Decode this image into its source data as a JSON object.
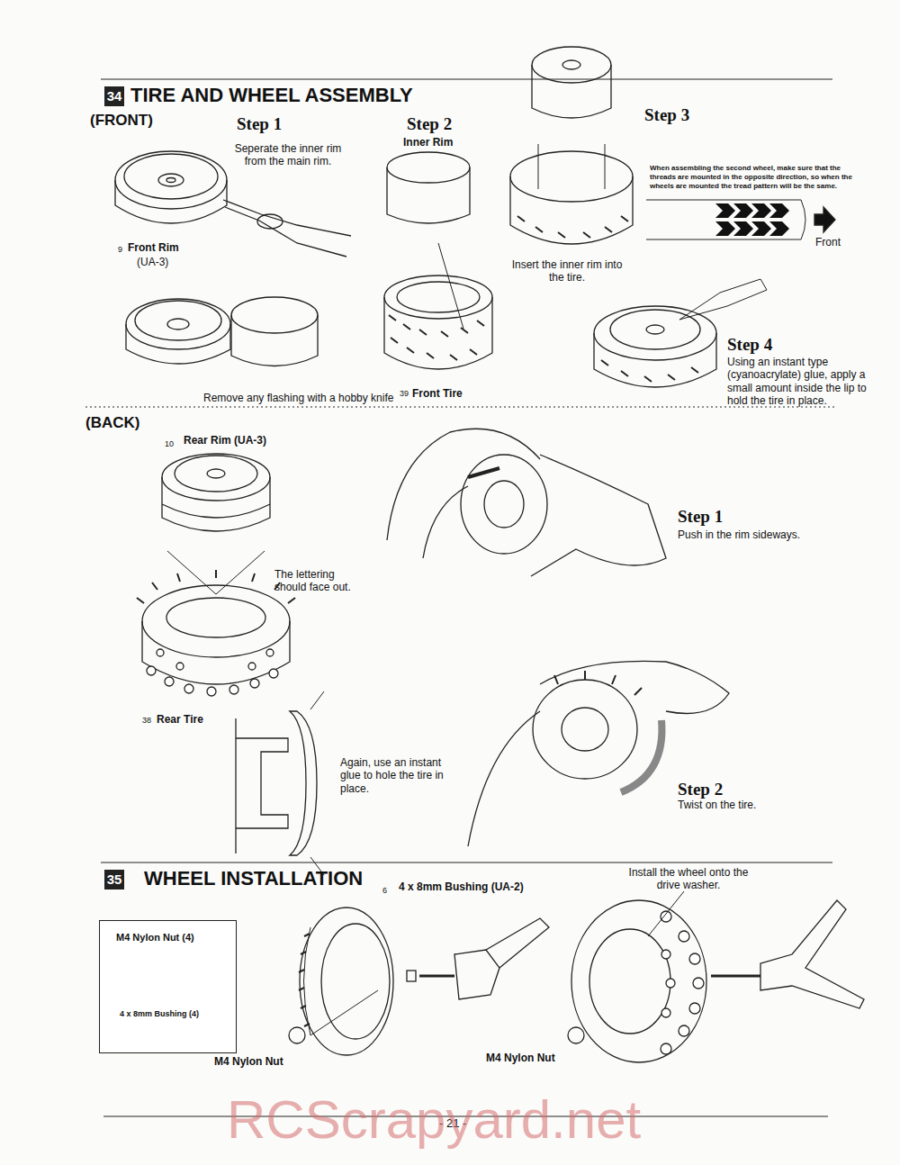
{
  "diagram": {
    "nodes": [
      {
        "text": [
          "M4 Nylon Nut (4)",
          "4 x 8mm Bushing (4)"
        ]
      }
    ],
    "labels": [
      "34",
      "TIRE AND WHEEL ASSEMBLY",
      "(FRONT)",
      "Step 1",
      "Seperate the inner rim from the main rim.",
      "Step 2",
      "Inner Rim",
      "Step 3",
      "When assembling the second wheel, make sure that the threads are mounted in the opposite direction, so when the wheels are mounted the tread pattern will be the same.",
      "Front",
      "9",
      "Front Rim",
      "(UA-3)",
      "Insert the inner rim into the tire.",
      "Remove any flashing with a hobby knife",
      "39",
      "Front Tire",
      "Step 4",
      "Using an instant type (cyanoacrylate) glue, apply a small amount inside the lip to hold the tire in place.",
      "(BACK)",
      "10",
      "Rear Rim (UA-3)",
      "The lettering should face out.",
      "38",
      "Rear Tire",
      "Again, use an instant glue to hole the tire in place.",
      "Step 1",
      "Push in the rim sideways.",
      "Step 2",
      "Twist on the tire.",
      "35",
      "WHEEL INSTALLATION",
      "6",
      "4 x 8mm Bushing (UA-2)",
      "Install the wheel onto the drive washer.",
      "6",
      "M4 Nylon Nut",
      "M4 Nylon Nut",
      "- 21 -",
      "RCScrapyard.net"
    ]
  }
}
